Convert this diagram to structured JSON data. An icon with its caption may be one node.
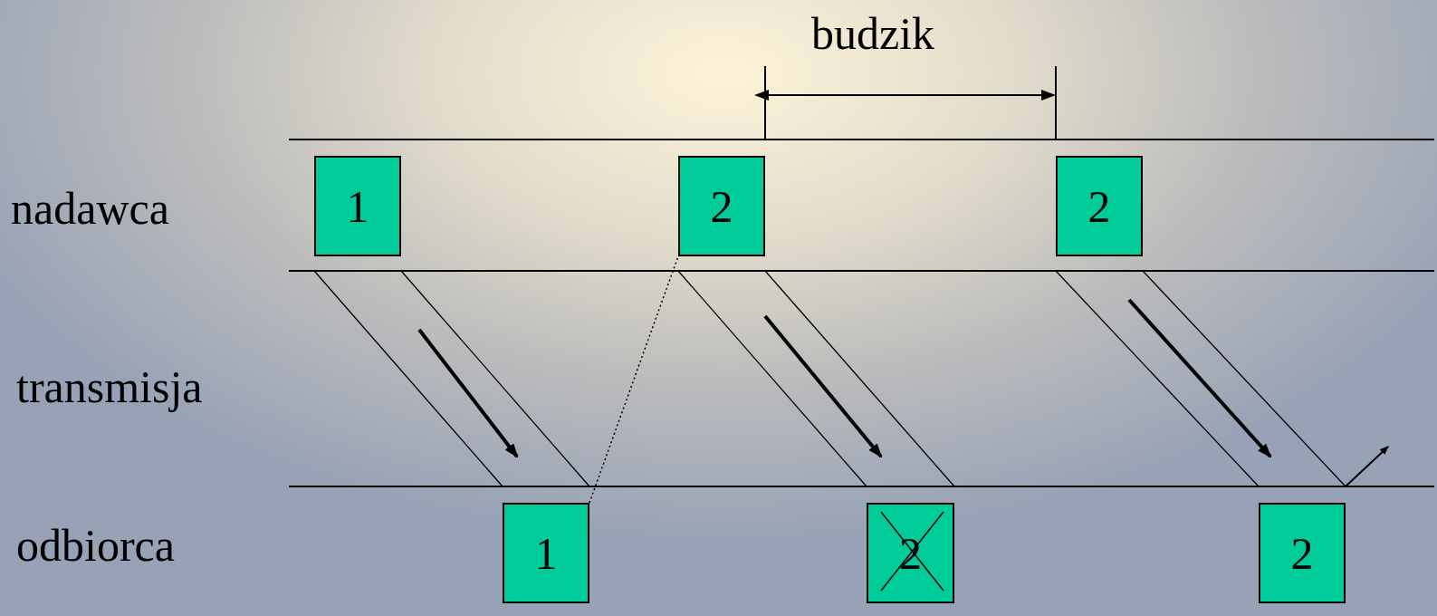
{
  "diagram": {
    "nodes": [
      {
        "text": [
          "1"
        ]
      },
      {
        "text": [
          "2"
        ]
      },
      {
        "text": [
          "2"
        ]
      },
      {
        "text": [
          "1"
        ]
      },
      {
        "text": [
          "2"
        ]
      },
      {
        "text": [
          "2"
        ]
      }
    ],
    "edges": [
      {
        "from": 3,
        "to": 1,
        "arrow": "none",
        "style": "dashed"
      }
    ],
    "labels": [
      "budzik",
      "nadawca",
      "transmisja",
      "odbiorca"
    ]
  }
}
